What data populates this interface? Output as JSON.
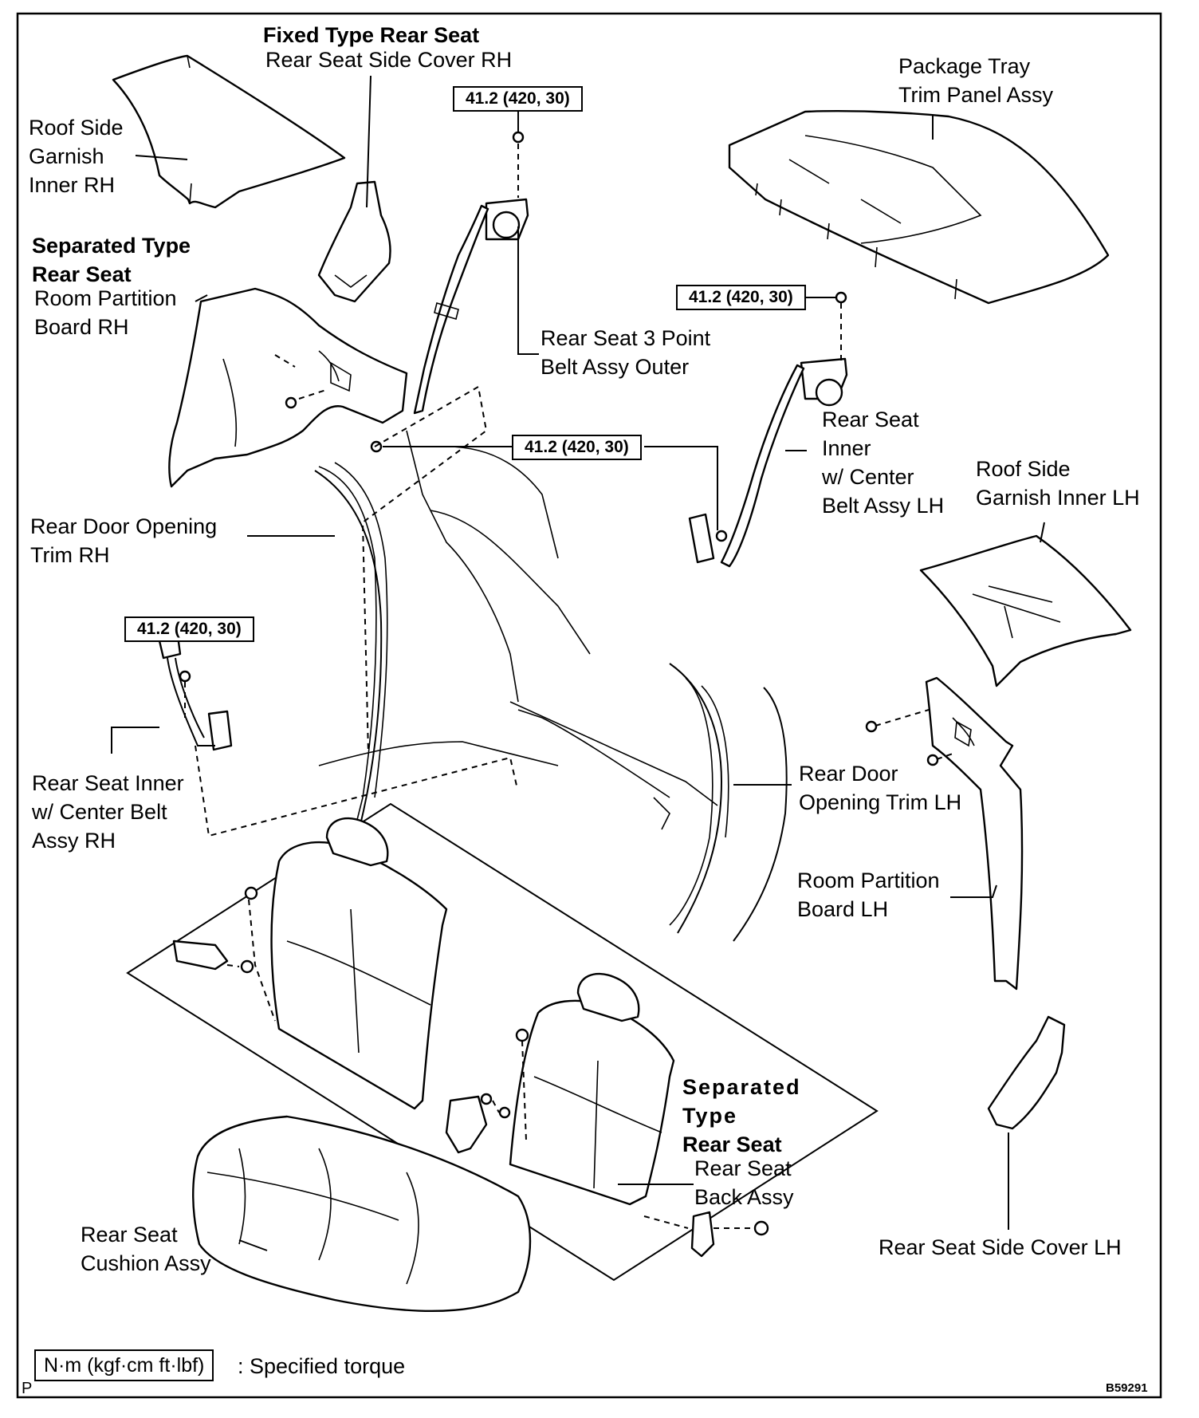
{
  "labels": {
    "fixed_type_heading": "Fixed Type Rear Seat",
    "rear_seat_side_cover_rh": "Rear Seat Side Cover RH",
    "roof_side_garnish_inner_rh": [
      "Roof Side",
      "Garnish",
      "Inner RH"
    ],
    "separated_type_heading_top": [
      "Separated Type",
      "Rear Seat"
    ],
    "room_partition_board_rh": [
      "Room  Partition",
      "Board RH"
    ],
    "rear_seat_3_point_belt": [
      "Rear Seat 3 Point",
      "Belt Assy Outer"
    ],
    "package_tray": [
      "Package Tray",
      "Trim Panel Assy"
    ],
    "rear_seat_inner_center_lh": [
      "Rear Seat",
      "Inner",
      "w/ Center",
      "Belt Assy LH"
    ],
    "roof_side_garnish_inner_lh": [
      "Roof Side",
      "Garnish Inner LH"
    ],
    "rear_door_opening_trim_rh": [
      "Rear Door Opening",
      "Trim RH"
    ],
    "rear_seat_inner_center_rh": [
      "Rear Seat Inner",
      "w/ Center Belt",
      "Assy RH"
    ],
    "rear_door_opening_trim_lh": [
      "Rear Door",
      "Opening Trim LH"
    ],
    "room_partition_board_lh": [
      "Room  Partition",
      "Board LH"
    ],
    "separated_type_heading_bottom": [
      "Separated",
      "Type",
      "Rear Seat"
    ],
    "rear_seat_back_assy": [
      "Rear Seat",
      "Back Assy"
    ],
    "rear_seat_cushion_assy": [
      "Rear Seat",
      "Cushion Assy"
    ],
    "rear_seat_side_cover_lh": "Rear Seat Side Cover LH"
  },
  "torque_value": "41.2 (420, 30)",
  "legend": {
    "unit_box": "N·m (kgf·cm ft·lbf)",
    "description": ": Specified torque"
  },
  "corner_mark": "P",
  "figure_code": "B59291"
}
